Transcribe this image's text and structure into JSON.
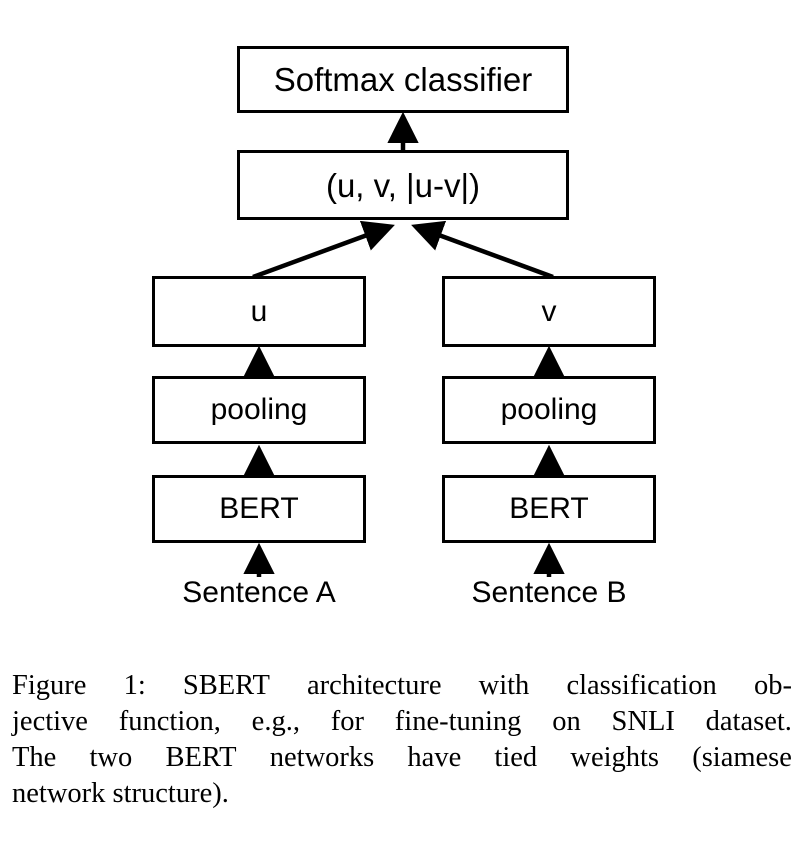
{
  "figure": {
    "title": "SBERT architecture diagram",
    "colors": {
      "stroke": "#000000",
      "fill": "#ffffff",
      "text": "#000000"
    },
    "nodes": {
      "softmax": "Softmax classifier",
      "concat": "(u, v, |u-v|)",
      "u": "u",
      "v": "v",
      "pooling_left": "pooling",
      "pooling_right": "pooling",
      "bert_left": "BERT",
      "bert_right": "BERT",
      "sentence_a": "Sentence A",
      "sentence_b": "Sentence B"
    },
    "edges": [
      {
        "from": "concat",
        "to": "softmax",
        "kind": "arrow-up"
      },
      {
        "from": "u",
        "to": "concat",
        "kind": "arrow-diagonal-right-up"
      },
      {
        "from": "v",
        "to": "concat",
        "kind": "arrow-diagonal-left-up"
      },
      {
        "from": "pooling_left",
        "to": "u",
        "kind": "arrow-up"
      },
      {
        "from": "pooling_right",
        "to": "v",
        "kind": "arrow-up"
      },
      {
        "from": "bert_left",
        "to": "pooling_left",
        "kind": "arrow-up"
      },
      {
        "from": "bert_right",
        "to": "pooling_right",
        "kind": "arrow-up"
      },
      {
        "from": "sentence_a",
        "to": "bert_left",
        "kind": "arrow-up"
      },
      {
        "from": "sentence_b",
        "to": "bert_right",
        "kind": "arrow-up"
      }
    ]
  },
  "caption": {
    "lines": [
      {
        "words": [
          "Figure",
          "1:",
          "SBERT",
          "architecture",
          "with",
          "classification",
          "ob-"
        ],
        "justified": true
      },
      {
        "words": [
          "jective",
          "function,",
          "e.g.,",
          "for",
          "fine-tuning",
          "on",
          "SNLI",
          "dataset."
        ],
        "justified": true
      },
      {
        "words": [
          "The",
          "two",
          "BERT",
          "networks",
          "have",
          "tied",
          "weights",
          "(siamese"
        ],
        "justified": true
      },
      {
        "words": [
          "network",
          "structure)."
        ],
        "justified": false
      }
    ],
    "full_text": "Figure 1: SBERT architecture with classification objective function, e.g., for fine-tuning on SNLI dataset. The two BERT networks have tied weights (siamese network structure)."
  }
}
